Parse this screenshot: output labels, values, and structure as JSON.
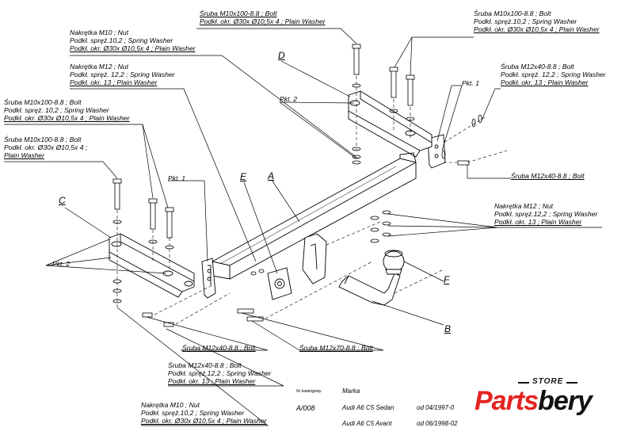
{
  "labels": {
    "top_center": [
      "Śruba M10x100-8.8 ; Bolt",
      "Podkł. okr.  Ø30x Ø10,5x 4 ; Plain Washer"
    ],
    "top_right": [
      "Śruba M10x100-8.8 ;  Bolt",
      "Podkł. spręż.10,2 ; Spring Washer",
      "Podkł. okr.  Ø30x Ø10,5x 4 ; Plain Washer"
    ],
    "top_left_nut": [
      "Nakrętka  M10 ; Nut",
      "Podkł. spręż.10,2 ; Spring Washer",
      "Podkł. okr.  Ø30x Ø10,5x 4 ; Plain Washer"
    ],
    "left_nut_m12": [
      "Nakrętka  M12 ; Nut",
      "Podkł. spręż. 12,2 ; Spring Washer",
      "Podkł. okr. 13 ; Plain Washer"
    ],
    "right_bolt_m12": [
      "Śruba M12x40-8.8 ;  Bolt",
      "Podkł. spręż. 12,2 ; Spring Washer",
      "Podkł. okr. 13 ; Plain Washer"
    ],
    "left_bolt_m10": [
      "Śruba M10x100-8.8 ;  Bolt",
      "Podkł. spręż. 10,2 ; Spring Washer",
      "Podkł. okr.  Ø30x Ø10,5x 4 ; Plain Washer"
    ],
    "left_bolt_washer": [
      "Śruba M10x100-8.8 ;  Bolt",
      "Podkł. okr.  Ø30x Ø10,5x 4 ;",
      "Plain Washer"
    ],
    "right_m12_bolt_single": "Śruba M12x40-8.8 ;  Bolt",
    "right_nut_m12": [
      "Nakrętka  M12 ; Nut",
      "Podkł. spręż.12,2 ; Spring Washer",
      "Podkł. okr. 13 ; Plain Washer"
    ],
    "bottom_m12_bolt": "Śruba M12x40-8.8 ;  Bolt",
    "bottom_m12x70_bolt": "Śruba M12x70-8.8 ;  Bolt",
    "bottom_m12_bolt_set": [
      "Śruba M12x40-8.8 ;  Bolt",
      "Podkł. spręż.12,2 ; Spring Washer",
      "Podkł. okr. 13 ; Plain Washer"
    ],
    "bottom_nut_m10": [
      "Nakrętka  M10 ; Nut",
      "Podkł. spręż.10,2 ; Spring Washer",
      "Podkł. okr.  Ø30x Ø10,5x 4 ; Plain Washer"
    ],
    "pkt1_left": "Pkt. 1",
    "pkt1_right": "Pkt. 1",
    "pkt2_top": "Pkt. 2",
    "pkt2_left": "Pkt. 2"
  },
  "part_letters": {
    "A": "A",
    "B": "B",
    "C": "C",
    "D": "D",
    "E": "E",
    "F": "F"
  },
  "catalog": {
    "nr_label": "Nr katalogowy",
    "marka_label": "Marka",
    "number": "A/008",
    "rows": [
      {
        "model": "Audi A6 C5 Sedan",
        "from": "od  04/1997-0"
      },
      {
        "model": "Audi A6 C5 Avant",
        "from": "od 06/1998-02"
      }
    ]
  },
  "logo": {
    "store": "STORE",
    "brand_red": "Parts",
    "brand_black": "bery"
  }
}
